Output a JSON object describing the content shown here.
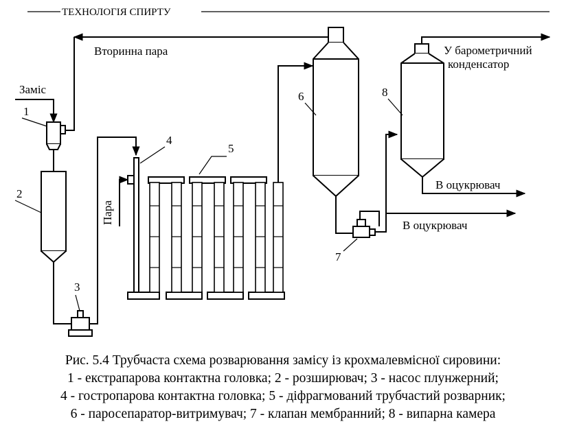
{
  "header": {
    "title": "ТЕХНОЛОГІЯ СПИРТУ"
  },
  "labels": {
    "secondary_steam": "Вторинна пара",
    "mash": "Заміс",
    "steam": "Пара",
    "to_condenser_line1": "У барометричний",
    "to_condenser_line2": "конденсатор",
    "to_saccharifier_1": "В оцукрювач",
    "to_saccharifier_2": "В оцукрювач"
  },
  "numbers": {
    "n1": "1",
    "n2": "2",
    "n3": "3",
    "n4": "4",
    "n5": "5",
    "n6": "6",
    "n7": "7",
    "n8": "8"
  },
  "caption": {
    "line1": "Рис. 5.4 Трубчаста схема розварювання замісу із крохмалевмісної сировини:",
    "line2": "1 - екстрапарова контактна головка; 2 - розширювач; 3 - насос плунжерний;",
    "line3": "4 - гостропарова контактна головка; 5 - діфрагмований трубчастий розварник;",
    "line4": "6 - паросепаратор-витримувач; 7 - клапан мембранний; 8 - випарна камера"
  }
}
